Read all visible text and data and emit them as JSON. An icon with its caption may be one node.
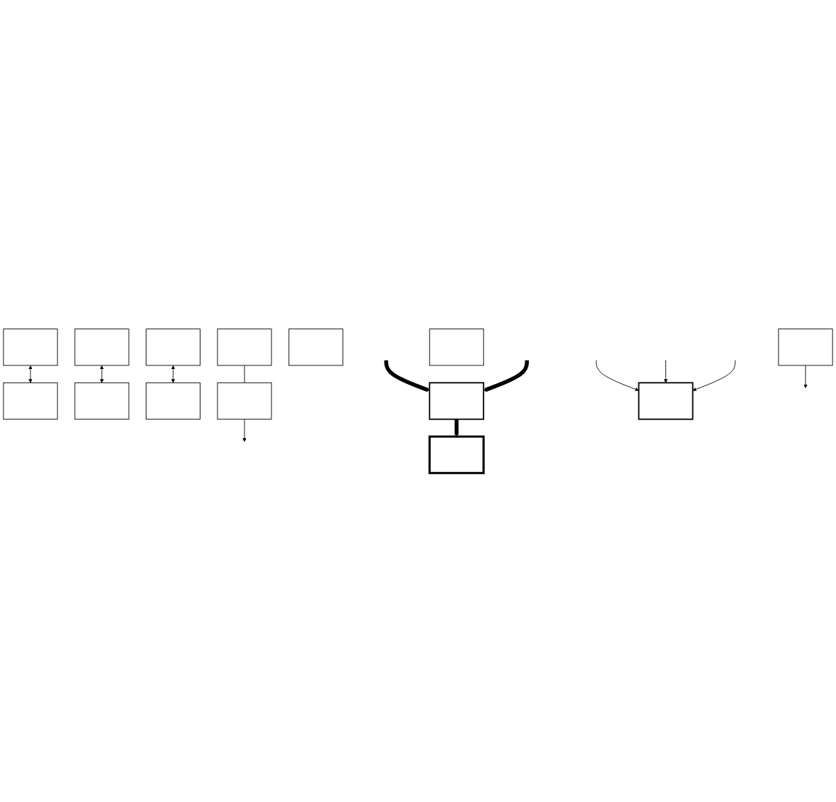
{
  "diagram": {
    "nodes": [
      {
        "text": [],
        "shape": "box"
      },
      {
        "text": [],
        "shape": "box"
      },
      {
        "text": [],
        "shape": "box"
      },
      {
        "text": [],
        "shape": "box"
      },
      {
        "text": [],
        "shape": "box"
      },
      {
        "text": [],
        "shape": "box"
      },
      {
        "text": [],
        "shape": "box"
      },
      {
        "text": [],
        "shape": "box"
      },
      {
        "text": [],
        "shape": "box"
      },
      {
        "text": [],
        "shape": "box"
      },
      {
        "text": [],
        "shape": "box"
      },
      {
        "text": [],
        "shape": "box"
      },
      {
        "text": [],
        "shape": "box"
      },
      {
        "text": [],
        "shape": "box"
      }
    ],
    "edges": [
      {
        "from": 0,
        "to": 3,
        "arrow": "both"
      },
      {
        "from": 1,
        "to": 4,
        "arrow": "both"
      },
      {
        "from": 2,
        "to": 5,
        "arrow": "both"
      },
      {
        "from": null,
        "to": 6,
        "arrow": "to",
        "style": "thick"
      },
      {
        "from": null,
        "to": 6,
        "arrow": "to",
        "style": "thick"
      },
      {
        "from": 6,
        "to": 7,
        "arrow": "to",
        "style": "thick"
      },
      {
        "from": 8,
        "to": 9,
        "arrow": "none"
      },
      {
        "from": 9,
        "to": null,
        "arrow": "to"
      },
      {
        "from": 11,
        "to": null,
        "arrow": "to"
      },
      {
        "from": null,
        "to": 13,
        "arrow": "to"
      },
      {
        "from": null,
        "to": 13,
        "arrow": "to"
      },
      {
        "from": null,
        "to": 13,
        "arrow": "to"
      }
    ]
  }
}
